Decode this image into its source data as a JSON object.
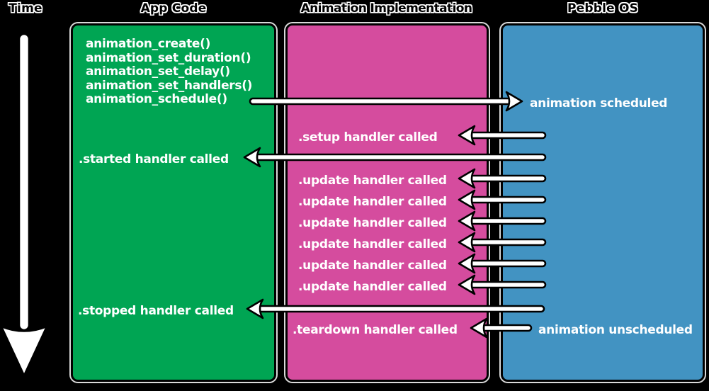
{
  "headers": {
    "time": "Time",
    "app_code": "App Code",
    "animation_implementation": "Animation Implementation",
    "pebble_os": "Pebble OS"
  },
  "colors": {
    "background": "#000000",
    "app_code_box": "#00A553",
    "animation_implementation_box": "#D54C9E",
    "pebble_os_box": "#4293C2",
    "label_text": "#FFFFFF",
    "arrow_fill": "#FFFFFF",
    "arrow_outline": "#000000"
  },
  "app_code": {
    "calls": "animation_create()\nanimation_set_duration()\nanimation_set_delay()\nanimation_set_handlers()\nanimation_schedule()",
    "started_event": ".started handler called",
    "stopped_event": ".stopped handler called"
  },
  "animation_implementation": {
    "setup_event": ".setup handler called",
    "update_event": ".update handler called",
    "update_repeat_count": 6,
    "teardown_event": ".teardown handler called"
  },
  "pebble_os": {
    "scheduled_event": "animation scheduled",
    "unscheduled_event": "animation unscheduled"
  },
  "icons": {
    "time_axis": "down-arrow-icon",
    "message_arrows": "horizontal-arrow-icon"
  }
}
